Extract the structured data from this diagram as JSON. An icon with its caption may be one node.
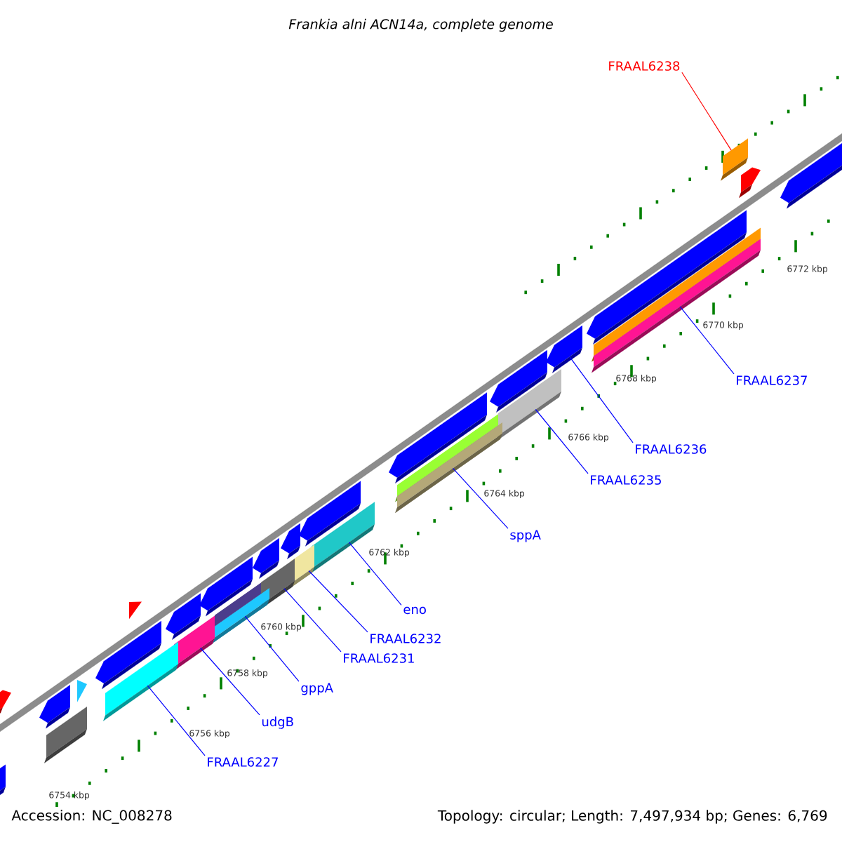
{
  "diagram": {
    "title": "Frankia alni ACN14a, complete genome",
    "nodes": [
      {
        "text": [
          "FRAAL6238"
        ]
      },
      {
        "text": [],
        "shape": "bar"
      },
      {
        "text": [
          "FRAAL6237"
        ]
      },
      {
        "text": [],
        "shape": "bar"
      },
      {
        "text": [
          "FRAAL6236"
        ]
      },
      {
        "text": [],
        "shape": "arrow"
      },
      {
        "text": [
          "FRAAL6235"
        ]
      },
      {
        "text": [],
        "shape": "bar"
      },
      {
        "text": [
          "sppA"
        ]
      },
      {
        "text": [],
        "shape": "bar"
      },
      {
        "text": [
          "eno"
        ]
      },
      {
        "text": [],
        "shape": "bar"
      },
      {
        "text": [
          "FRAAL6232"
        ]
      },
      {
        "text": [],
        "shape": "bar"
      },
      {
        "text": [
          "FRAAL6231"
        ]
      },
      {
        "text": [],
        "shape": "bar"
      },
      {
        "text": [
          "gppA"
        ]
      },
      {
        "text": [],
        "shape": "bar"
      },
      {
        "text": [
          "udgB"
        ]
      },
      {
        "text": [],
        "shape": "bar"
      },
      {
        "text": [
          "FRAAL6227"
        ]
      },
      {
        "text": [],
        "shape": "bar"
      }
    ],
    "edges": [
      {
        "from": 0,
        "to": 1,
        "arrow": "none",
        "color": "#ff0000"
      },
      {
        "from": 2,
        "to": 3,
        "arrow": "none"
      },
      {
        "from": 4,
        "to": 5,
        "arrow": "none"
      },
      {
        "from": 6,
        "to": 7,
        "arrow": "none"
      },
      {
        "from": 8,
        "to": 9,
        "arrow": "none"
      },
      {
        "from": 10,
        "to": 11,
        "arrow": "none"
      },
      {
        "from": 12,
        "to": 13,
        "arrow": "none"
      },
      {
        "from": 14,
        "to": 15,
        "arrow": "none"
      },
      {
        "from": 16,
        "to": 17,
        "arrow": "none"
      },
      {
        "from": 18,
        "to": 19,
        "arrow": "none"
      },
      {
        "from": 20,
        "to": 21,
        "arrow": "none"
      }
    ],
    "labels": [
      "6772 kbp",
      "6770 kbp",
      "6768 kbp",
      "6766 kbp",
      "6764 kbp",
      "6762 kbp",
      "6760 kbp",
      "6758 kbp",
      "6756 kbp",
      "6754 kbp",
      "Accession: NC_008278",
      "Topology: circular; Length: 7,497,934 bp; Genes: 6,769"
    ]
  }
}
